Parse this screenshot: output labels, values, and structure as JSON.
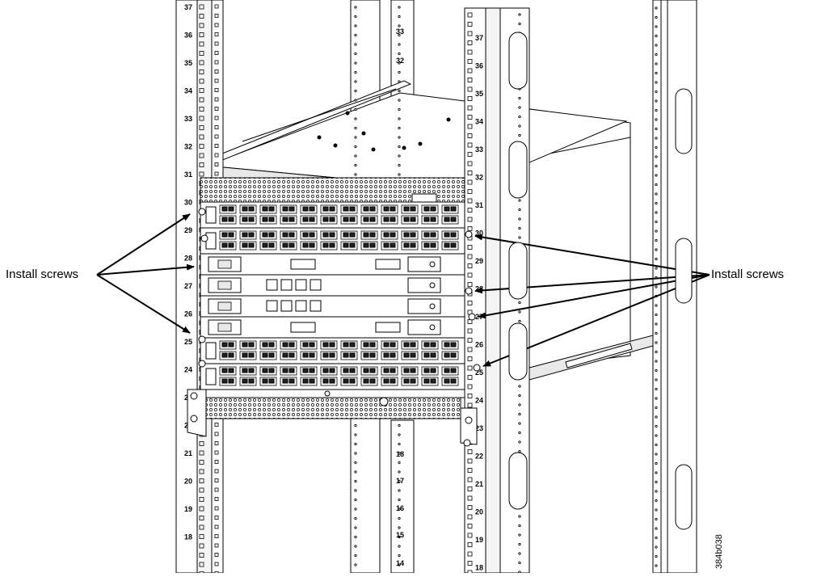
{
  "callouts": {
    "left_label": "Install screws",
    "right_label": "Install screws"
  },
  "figure_id": "384b038",
  "rack_units": {
    "left_rail": [
      "37",
      "36",
      "35",
      "34",
      "33",
      "32",
      "31",
      "30",
      "29",
      "28",
      "27",
      "26",
      "25",
      "24",
      "23",
      "22",
      "21",
      "20",
      "19",
      "18"
    ],
    "right_front_rail": [
      "37",
      "36",
      "35",
      "34",
      "33",
      "32",
      "31",
      "30",
      "29",
      "28",
      "27",
      "26",
      "25",
      "24",
      "23",
      "22",
      "21",
      "20",
      "19",
      "18"
    ],
    "rear_rail": [
      "33",
      "32",
      "18",
      "17",
      "16",
      "15",
      "14"
    ]
  },
  "colors": {
    "line": "#000000",
    "metal_fill": "#ffffff",
    "shade": "#e8e8e8",
    "dark": "#222222"
  }
}
